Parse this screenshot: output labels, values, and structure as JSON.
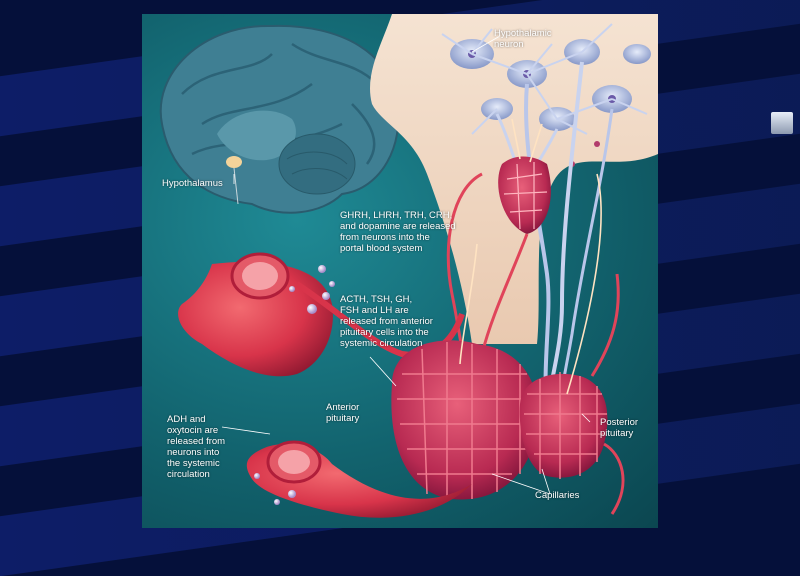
{
  "labels": {
    "hypothalamic_neuron": "Hypothalamic\nneuron",
    "hypothalamus": "Hypothalamus",
    "releasing_hormones": "GHRH, LHRH, TRH, CRH,\nand dopamine are released\nfrom neurons into the\nportal blood system",
    "anterior_hormones": "ACTH, TSH, GH,\nFSH and LH are\nreleased from anterior\npituitary cells into the\nsystemic circulation",
    "posterior_hormones": "ADH and\noxytocin are\nreleased from\nneurons into\nthe systemic\ncirculation",
    "anterior_pituitary": "Anterior\npituitary",
    "posterior_pituitary": "Posterior\npituitary",
    "capillaries": "Capillaries"
  },
  "colors": {
    "slide_background": "#05103a",
    "panel_teal": "#12636e",
    "blood_vessel": "#d8344a",
    "pituitary": "#c8305a",
    "neuron_blue": "#a9b8e0"
  },
  "icons": {
    "brain": "brain-illustration",
    "neuron": "neuron-cluster",
    "vessel": "blood-vessel"
  }
}
